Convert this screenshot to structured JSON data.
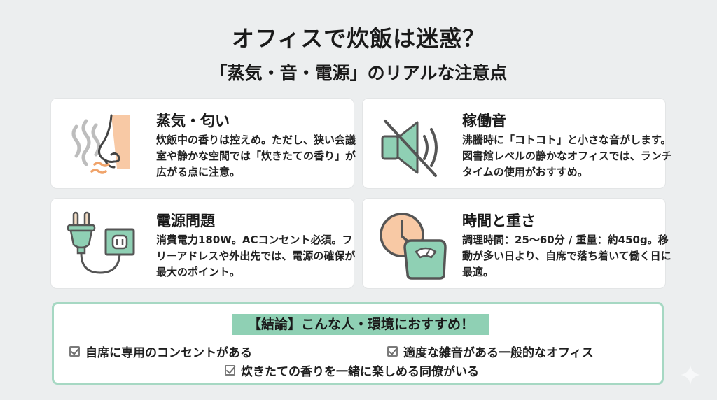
{
  "header": {
    "title": "オフィスで炊飯は迷惑？",
    "subtitle": "「蒸気・音・電源」のリアルな注意点"
  },
  "cards": [
    {
      "icon": "nose-steam-icon",
      "title": "蒸気・匂い",
      "text": "炊飯中の香りは控えめ。ただし、狭い会議室や静かな空間では「炊きたての香り」が広がる点に注意。"
    },
    {
      "icon": "speaker-muted-icon",
      "title": "稼働音",
      "text": "沸騰時に「コトコト」と小さな音がします。図書館レベルの静かなオフィスでは、ランチタイムの使用がおすすめ。"
    },
    {
      "icon": "plug-outlet-icon",
      "title": "電源問題",
      "text": "消費電力180W。ACコンセント必須。フリーアドレスや外出先では、電源の確保が最大のポイント。"
    },
    {
      "icon": "clock-scale-icon",
      "title": "時間と重さ",
      "text": "調理時間：25〜60分 / 重量：約450g。移動が多い日より、自席で落ち着いて働く日に最適。"
    }
  ],
  "conclusion": {
    "badge": "【結論】こんな人・環境におすすめ！",
    "items": [
      "自席に専用のコンセントがある",
      "適度な雑音がある一般的なオフィス",
      "炊きたての香りを一緒に楽しめる同僚がいる"
    ]
  },
  "colors": {
    "background": "#eceeef",
    "card": "#ffffff",
    "accent_green": "#8fd0b4",
    "accent_peach": "#f8c9a5",
    "border_green": "#a6d8c3",
    "icon_stroke": "#555555"
  }
}
